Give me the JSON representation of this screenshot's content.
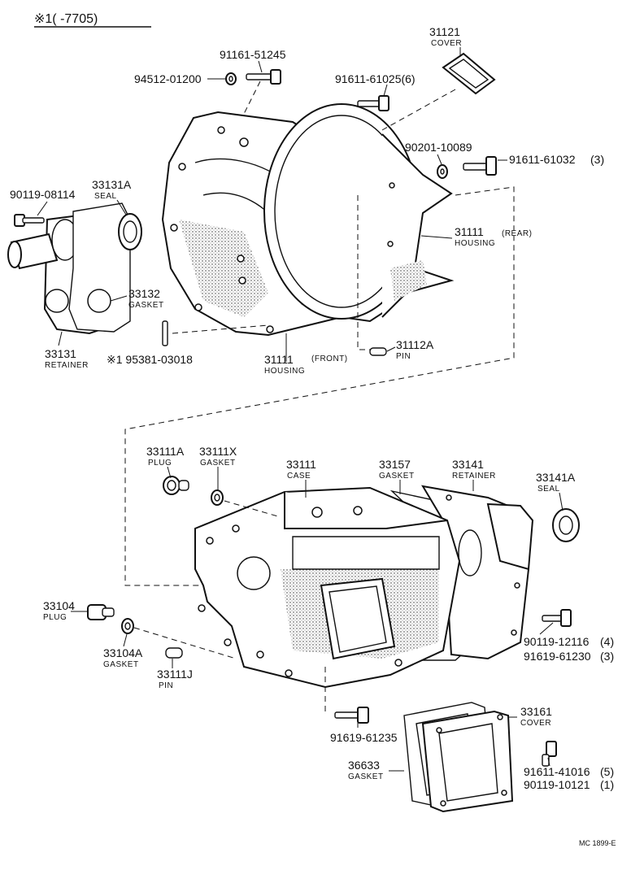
{
  "header": {
    "text": "※1(      -7705)"
  },
  "footer": {
    "code": "MC  1899-E"
  },
  "labels": {
    "p31121": "31121",
    "p31121_name": "COVER",
    "p91161_51245": "91161-51245",
    "p94512_01200": "94512-01200",
    "p91611_61025": "91611-61025(6)",
    "p90201_10089": "90201-10089",
    "p91611_61032": "91611-61032",
    "p91611_61032_qty": "(3)",
    "p90119_08114": "90119-08114",
    "p33131A": "33131A",
    "p33131A_name": "SEAL",
    "p31111_rear": "31111",
    "p31111_rear_note": "(REAR)",
    "p31111_rear_name": "HOUSING",
    "p33132": "33132",
    "p33132_name": "GASKET",
    "p33131": "33131",
    "p33131_name": "RETAINER",
    "p95381": "※1 95381-03018",
    "p31111_front": "31111",
    "p31111_front_note": "(FRONT)",
    "p31111_front_name": "HOUSING",
    "p31112A": "31112A",
    "p31112A_name": "PIN",
    "p33111A": "33111A",
    "p33111A_name": "PLUG",
    "p33111X": "33111X",
    "p33111X_name": "GASKET",
    "p33111": "33111",
    "p33111_name": "CASE",
    "p33157": "33157",
    "p33157_name": "GASKET",
    "p33141": "33141",
    "p33141_name": "RETAINER",
    "p33141A": "33141A",
    "p33141A_name": "SEAL",
    "p33104": "33104",
    "p33104_name": "PLUG",
    "p33104A": "33104A",
    "p33104A_name": "GASKET",
    "p33111J": "33111J",
    "p33111J_name": "PIN",
    "p90119_12116": "90119-12116",
    "p90119_12116_qty": "(4)",
    "p91619_61230": "91619-61230",
    "p91619_61230_qty": "(3)",
    "p91619_61235": "91619-61235",
    "p33161": "33161",
    "p33161_name": "COVER",
    "p36633": "36633",
    "p36633_name": "GASKET",
    "p91611_41016": "91611-41016",
    "p91611_41016_qty": "(5)",
    "p90119_10121": "90119-10121",
    "p90119_10121_qty": "(1)"
  }
}
